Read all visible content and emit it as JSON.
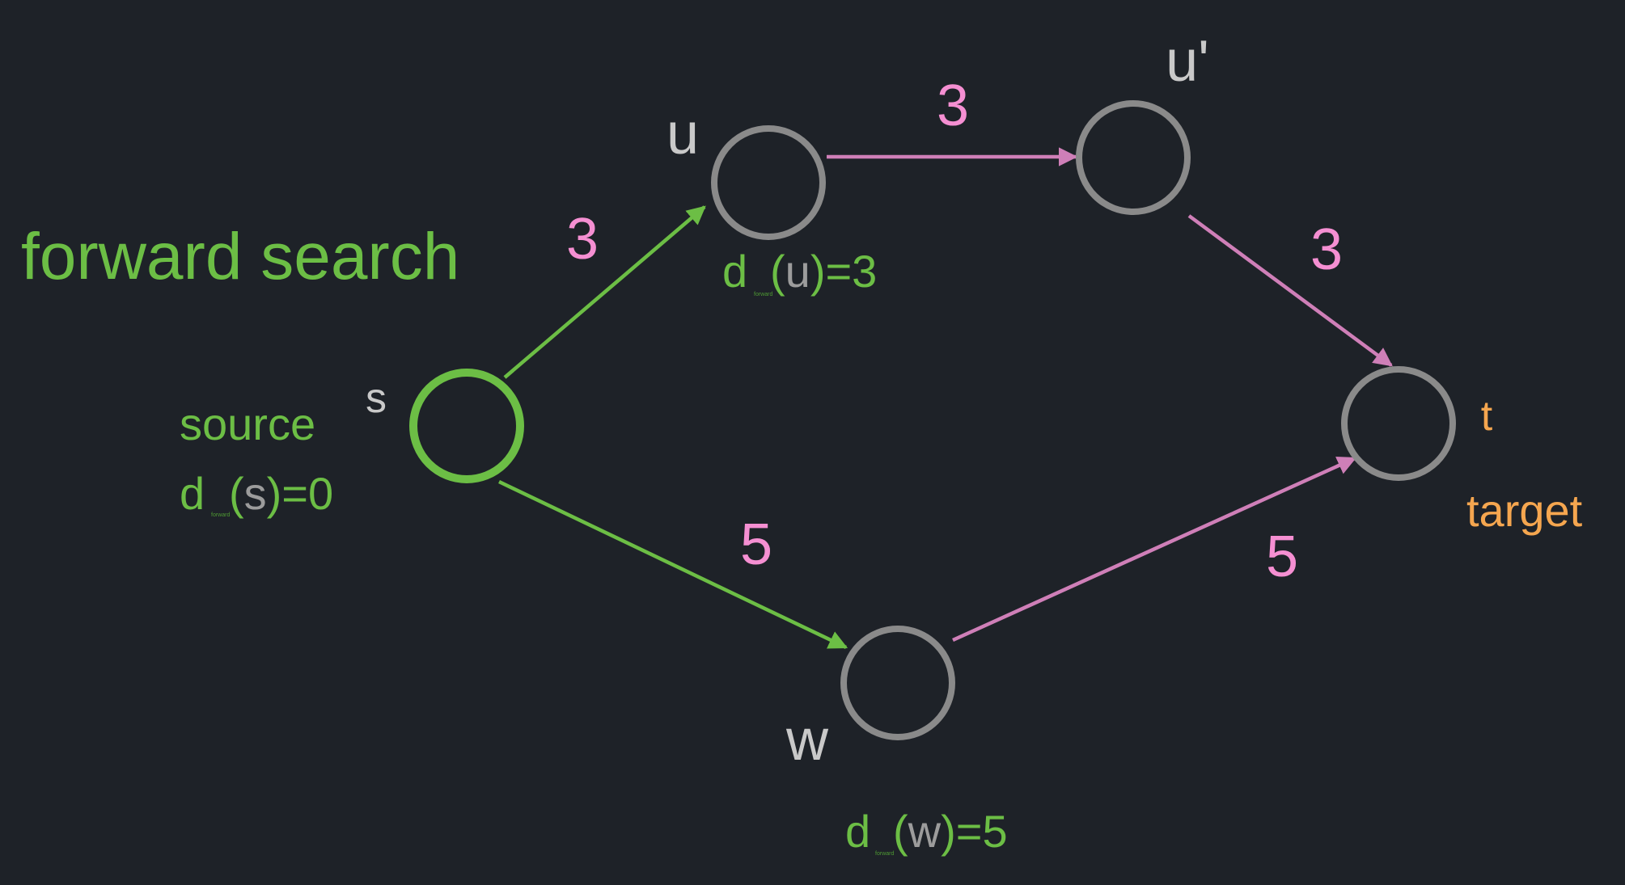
{
  "title": "forward search",
  "colors": {
    "background": "#1e2228",
    "visited": "#6cbe45",
    "unvisited_node": "#8a8a8a",
    "unvisited_edge": "#cf7fb8",
    "weight": "#f58fd2",
    "node_label": "#c9c9c9",
    "target": "#f5a64f",
    "distance_subscript": "#4e9a33"
  },
  "nodes": {
    "s": {
      "label": "s",
      "role": "source",
      "role_label": "source"
    },
    "u": {
      "label": "u"
    },
    "u_prime": {
      "label": "u'"
    },
    "w": {
      "label": "w"
    },
    "t": {
      "label": "t",
      "role": "target",
      "role_label": "target"
    }
  },
  "edges": [
    {
      "from": "s",
      "to": "u",
      "weight": "3",
      "visited": true
    },
    {
      "from": "s",
      "to": "w",
      "weight": "5",
      "visited": true
    },
    {
      "from": "u",
      "to": "u_prime",
      "weight": "3",
      "visited": false
    },
    {
      "from": "u_prime",
      "to": "t",
      "weight": "3",
      "visited": false
    },
    {
      "from": "w",
      "to": "t",
      "weight": "5",
      "visited": false
    }
  ],
  "distances": {
    "s": {
      "prefix": "d",
      "subscript": "forward",
      "node": "s",
      "suffix": ")=0",
      "open": "("
    },
    "u": {
      "prefix": "d",
      "subscript": "forward",
      "node": "u",
      "suffix": ")=3",
      "open": "("
    },
    "w": {
      "prefix": "d",
      "subscript": "forward",
      "node": "w",
      "suffix": ")=5",
      "open": "("
    }
  }
}
